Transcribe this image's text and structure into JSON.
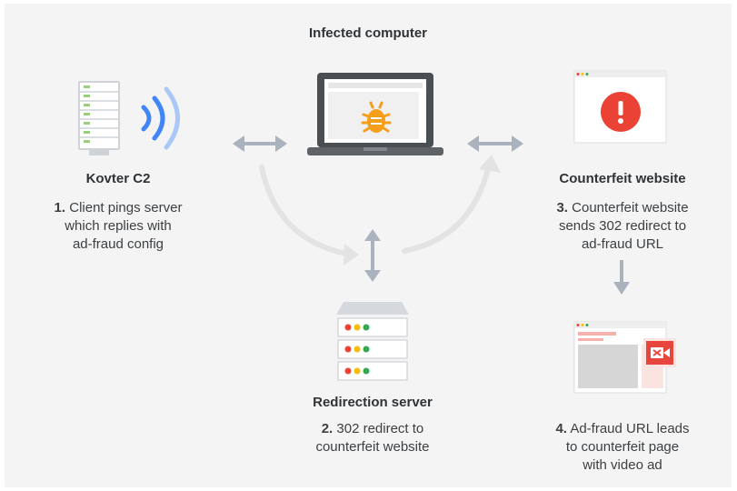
{
  "infected": {
    "title": "Infected computer"
  },
  "kovter": {
    "title": "Kovter C2",
    "step_number": "1.",
    "line1": "Client pings server",
    "line2": "which replies with",
    "line3": "ad-fraud config"
  },
  "counterfeit": {
    "title": "Counterfeit website",
    "step_number": "3.",
    "line1": "Counterfeit website",
    "line2": "sends 302 redirect to",
    "line3": "ad-fraud URL"
  },
  "redirection": {
    "title": "Redirection server",
    "step_number": "2.",
    "line1": "302 redirect to",
    "line2": "counterfeit website"
  },
  "adfraud": {
    "step_number": "4.",
    "line1": "Ad-fraud URL leads",
    "line2": "to counterfeit page",
    "line3": "with video ad"
  },
  "icons": {
    "server": "server-icon",
    "signal": "wifi-signal-icon",
    "laptop": "laptop-icon",
    "bug": "bug-icon",
    "browser_alert": "browser-alert-icon",
    "alert": "exclamation-icon",
    "rack": "server-rack-icon",
    "browser_video": "browser-video-ad-icon",
    "video": "video-camera-icon"
  },
  "colors": {
    "signal_blue": "#4285f4",
    "bug_orange": "#f59e1b",
    "alert_red": "#ea4335",
    "video_red": "#e8453c",
    "arrow_gray": "#aab2bd",
    "curve_gray": "#e3e3e3",
    "led_red": "#ea4335",
    "led_yellow": "#fbbc04",
    "led_green": "#34a853"
  }
}
